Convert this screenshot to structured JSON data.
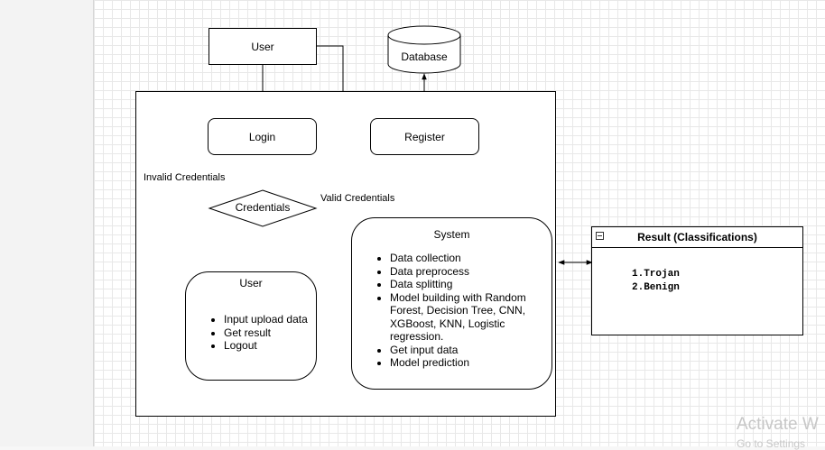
{
  "nodes": {
    "user_top": "User",
    "database": "Database",
    "login": "Login",
    "register": "Register",
    "credentials": "Credentials",
    "system_title": "System",
    "user_inner_title": "User",
    "result_title": "Result (Classifications)"
  },
  "edge_labels": {
    "invalid": "Invalid Credentials",
    "valid": "Valid Credentials"
  },
  "system_items": [
    "Data collection",
    "Data preprocess",
    "Data splitting",
    "Model building with Random Forest, Decision Tree, CNN, XGBoost, KNN, Logistic regression.",
    "Get input data",
    "Model prediction"
  ],
  "user_items": [
    "Input upload data",
    "Get result",
    "Logout"
  ],
  "result_items": [
    "1.Trojan",
    "2.Benign"
  ],
  "result_collapse_icon": "minus-square-icon",
  "watermark": {
    "line1": "Activate W",
    "line2": "Go to Settings"
  }
}
